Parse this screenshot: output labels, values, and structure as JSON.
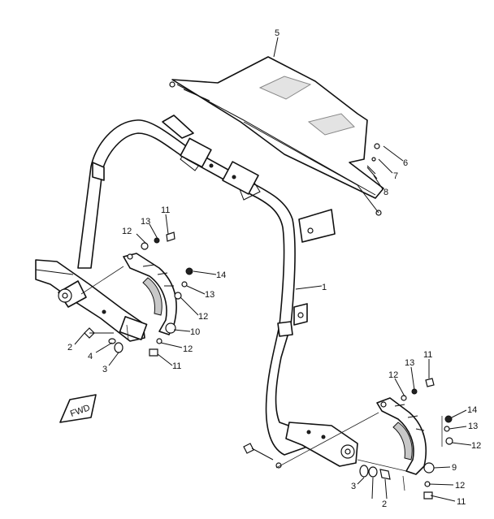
{
  "labels": {
    "l1": "1",
    "l2a": "2",
    "l2b": "2",
    "l3a": "3",
    "l3b": "3",
    "l4": "4",
    "l5": "5",
    "l6": "6",
    "l7": "7",
    "l8": "8",
    "l9": "9",
    "l10": "10",
    "l11a": "11",
    "l11b": "11",
    "l11c": "11",
    "l11d": "11",
    "l12a": "12",
    "l12b": "12",
    "l12c": "12",
    "l12d": "12",
    "l12e": "12",
    "l12f": "12",
    "l13a": "13",
    "l13b": "13",
    "l13c": "13",
    "l13d": "13",
    "l14a": "14",
    "l14b": "14"
  },
  "fwd_mark": "FWD",
  "icons": {
    "fwd": "fwd-arrow-icon"
  }
}
